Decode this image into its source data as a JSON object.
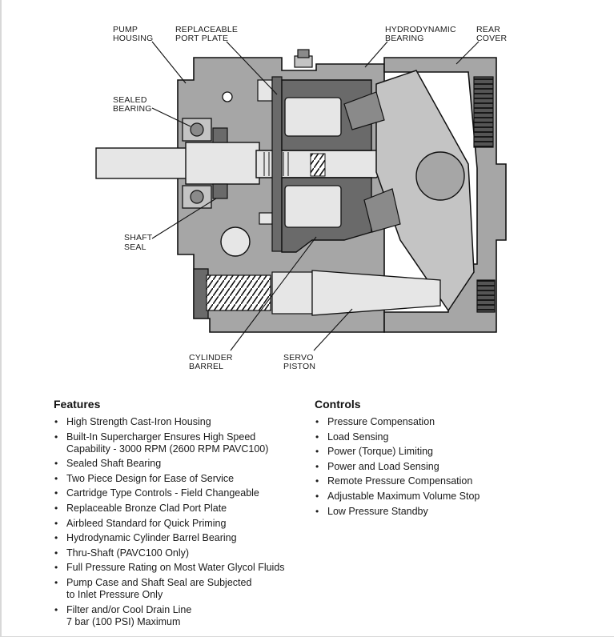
{
  "diagram": {
    "labels": {
      "pump_housing": [
        "PUMP",
        "HOUSING"
      ],
      "replaceable_port_plate": [
        "REPLACEABLE",
        "PORT PLATE"
      ],
      "hydrodynamic_bearing": [
        "HYDRODYNAMIC",
        "BEARING"
      ],
      "rear_cover": [
        "REAR",
        "COVER"
      ],
      "sealed_bearing": [
        "SEALED",
        "BEARING"
      ],
      "shaft_seal": [
        "SHAFT",
        "SEAL"
      ],
      "cylinder_barrel": [
        "CYLINDER",
        "BARREL"
      ],
      "servo_piston": [
        "SERVO",
        "PISTON"
      ]
    }
  },
  "features": {
    "heading": "Features",
    "items": [
      [
        "High Strength Cast-Iron Housing"
      ],
      [
        "Built-In Supercharger Ensures High Speed",
        "Capability - 3000 RPM (2600 RPM PAVC100)"
      ],
      [
        "Sealed Shaft Bearing"
      ],
      [
        "Two Piece Design for Ease of Service"
      ],
      [
        "Cartridge Type Controls - Field Changeable"
      ],
      [
        "Replaceable Bronze Clad Port Plate"
      ],
      [
        "Airbleed Standard for Quick Priming"
      ],
      [
        "Hydrodynamic Cylinder Barrel Bearing"
      ],
      [
        "Thru-Shaft (PAVC100 Only)"
      ],
      [
        "Full Pressure Rating on Most Water Glycol Fluids"
      ],
      [
        "Pump Case and Shaft Seal are Subjected",
        "to Inlet Pressure Only"
      ],
      [
        "Filter and/or Cool Drain Line",
        "7 bar (100 PSI) Maximum"
      ]
    ]
  },
  "controls": {
    "heading": "Controls",
    "items": [
      [
        "Pressure Compensation"
      ],
      [
        "Load Sensing"
      ],
      [
        "Power (Torque) Limiting"
      ],
      [
        "Power and Load Sensing"
      ],
      [
        "Remote Pressure Compensation"
      ],
      [
        "Adjustable Maximum Volume Stop"
      ],
      [
        "Low Pressure Standby"
      ]
    ]
  },
  "colors": {
    "housing": "#a6a6a6",
    "housing_light": "#c4c4c4",
    "part_dark": "#6a6a6a",
    "part_light": "#e6e6e6",
    "outline": "#111111"
  }
}
